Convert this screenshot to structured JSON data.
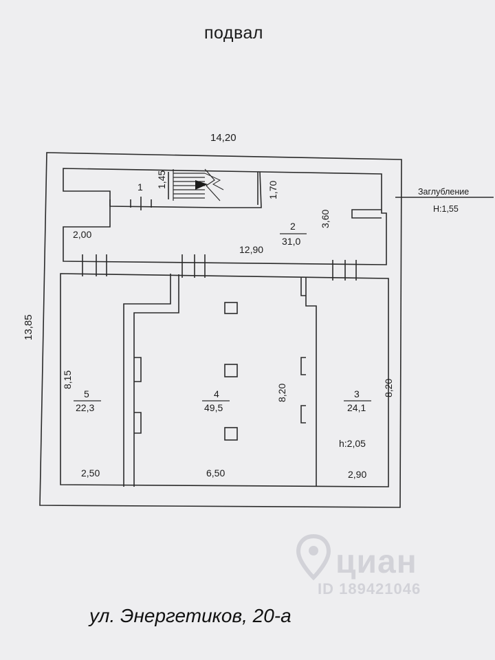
{
  "title": "подвал",
  "address": "ул. Энергетиков, 20-а",
  "depth": {
    "label": "Заглубление",
    "value": "Н:1,55"
  },
  "dimensions": {
    "overall_width": "14,20",
    "overall_height": "13,85",
    "stair_height": "1,45",
    "room2_depth_a": "1,70",
    "room2_depth_b": "3,60",
    "corridor_end": "2,00",
    "corridor_length": "12,90",
    "room5_height": "8,15",
    "room4_height": "8,20",
    "room3_height": "8,20",
    "room5_width": "2,50",
    "room4_width": "6,50",
    "room3_width": "2,90"
  },
  "rooms": [
    {
      "number": "1",
      "area": ""
    },
    {
      "number": "2",
      "area": "31,0"
    },
    {
      "number": "3",
      "area": "24,1"
    },
    {
      "number": "4",
      "area": "49,5"
    },
    {
      "number": "5",
      "area": "22,3"
    }
  ],
  "ceiling_height": "h:2,05",
  "watermark": {
    "brand": "циан",
    "id": "ID 189421046"
  },
  "colors": {
    "line": "#2a2a2a",
    "paper": "#eeeef0",
    "watermark": "#cfd0d6"
  }
}
